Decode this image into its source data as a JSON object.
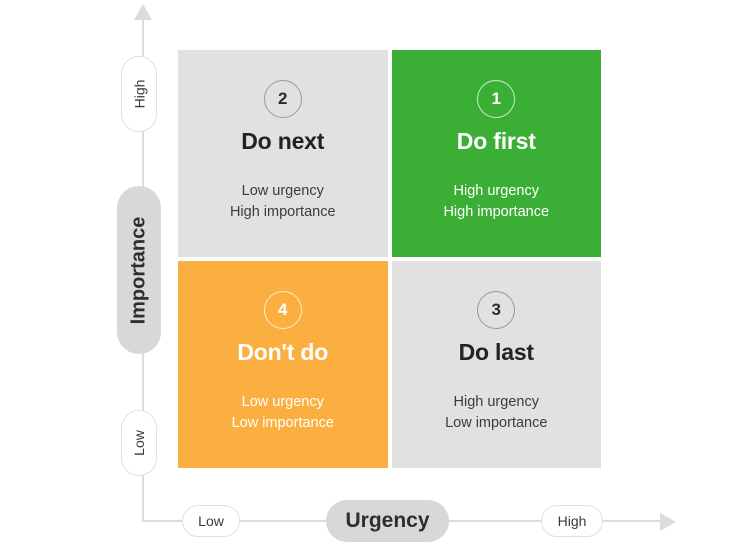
{
  "diagram": {
    "type": "eisenhower-matrix",
    "colors": {
      "grey": "#e1e1e1",
      "green": "#3aae35",
      "orange": "#fbaf40",
      "axis": "#dcdcdc",
      "pill_solid": "#d8d8d8",
      "text_dark": "#222222",
      "text_light": "#ffffff"
    }
  },
  "axes": {
    "y": {
      "label": "Importance",
      "high": "High",
      "low": "Low",
      "arrow": "arrow-up-icon"
    },
    "x": {
      "label": "Urgency",
      "low": "Low",
      "high": "High",
      "arrow": "arrow-right-icon"
    }
  },
  "quadrants": [
    {
      "id": "do-next",
      "number": "2",
      "title": "Do next",
      "urgency": "Low urgency",
      "importance": "High importance",
      "position": "top-left",
      "color": "#e1e1e1"
    },
    {
      "id": "do-first",
      "number": "1",
      "title": "Do first",
      "urgency": "High urgency",
      "importance": "High importance",
      "position": "top-right",
      "color": "#3aae35"
    },
    {
      "id": "dont-do",
      "number": "4",
      "title": "Don't do",
      "urgency": "Low urgency",
      "importance": "Low importance",
      "position": "bottom-left",
      "color": "#fbaf40"
    },
    {
      "id": "do-last",
      "number": "3",
      "title": "Do last",
      "urgency": "High urgency",
      "importance": "Low importance",
      "position": "bottom-right",
      "color": "#e1e1e1"
    }
  ]
}
